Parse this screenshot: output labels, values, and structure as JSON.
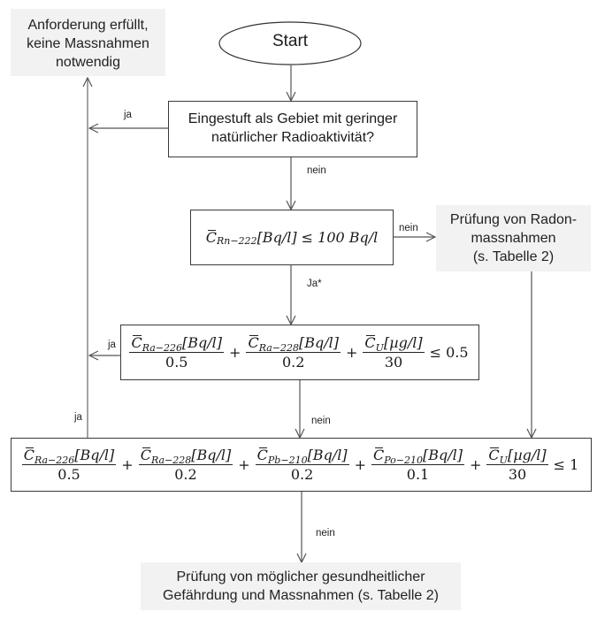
{
  "nodes": {
    "start": {
      "label": "Start"
    },
    "fulfilled": {
      "line1": "Anforderung erfüllt,",
      "line2": "keine Massnahmen",
      "line3": "notwendig"
    },
    "q_low_radioactivity": {
      "line1": "Eingestuft als Gebiet mit geringer",
      "line2": "natürlicher Radioaktivität?"
    },
    "q_radon": {
      "symbol": "C",
      "subscript": "Rn−222",
      "unit": "[Bq/l]",
      "relation": "≤ 100 Bq/l"
    },
    "radon_measures": {
      "line1": "Prüfung von Radon-",
      "line2": "massnahmen",
      "line3": "(s. Tabelle 2)"
    },
    "q_sum_small": {
      "terms": [
        {
          "subscript": "Ra−226",
          "unit": "[Bq/l]",
          "denominator": "0.5"
        },
        {
          "subscript": "Ra−228",
          "unit": "[Bq/l]",
          "denominator": "0.2"
        },
        {
          "subscript": "U",
          "unit": "[µg/l]",
          "denominator": "30"
        }
      ],
      "relation": "≤ 0.5"
    },
    "q_sum_full": {
      "terms": [
        {
          "subscript": "Ra−226",
          "unit": "[Bq/l]",
          "denominator": "0.5"
        },
        {
          "subscript": "Ra−228",
          "unit": "[Bq/l]",
          "denominator": "0.2"
        },
        {
          "subscript": "Pb−210",
          "unit": "[Bq/l]",
          "denominator": "0.2"
        },
        {
          "subscript": "Po−210",
          "unit": "[Bq/l]",
          "denominator": "0.1"
        },
        {
          "subscript": "U",
          "unit": "[µg/l]",
          "denominator": "30"
        }
      ],
      "relation": "≤ 1"
    },
    "health_check": {
      "line1": "Prüfung von möglicher gesundheitlicher",
      "line2": "Gefährdung und Massnahmen (s. Tabelle 2)"
    }
  },
  "edge_labels": {
    "q1_yes": "ja",
    "q1_no": "nein",
    "radon_no": "nein",
    "radon_yes": "Ja*",
    "sum_small_yes": "ja",
    "sum_small_no": "nein",
    "sum_full_yes": "ja",
    "sum_full_no": "nein"
  },
  "plus": "+"
}
